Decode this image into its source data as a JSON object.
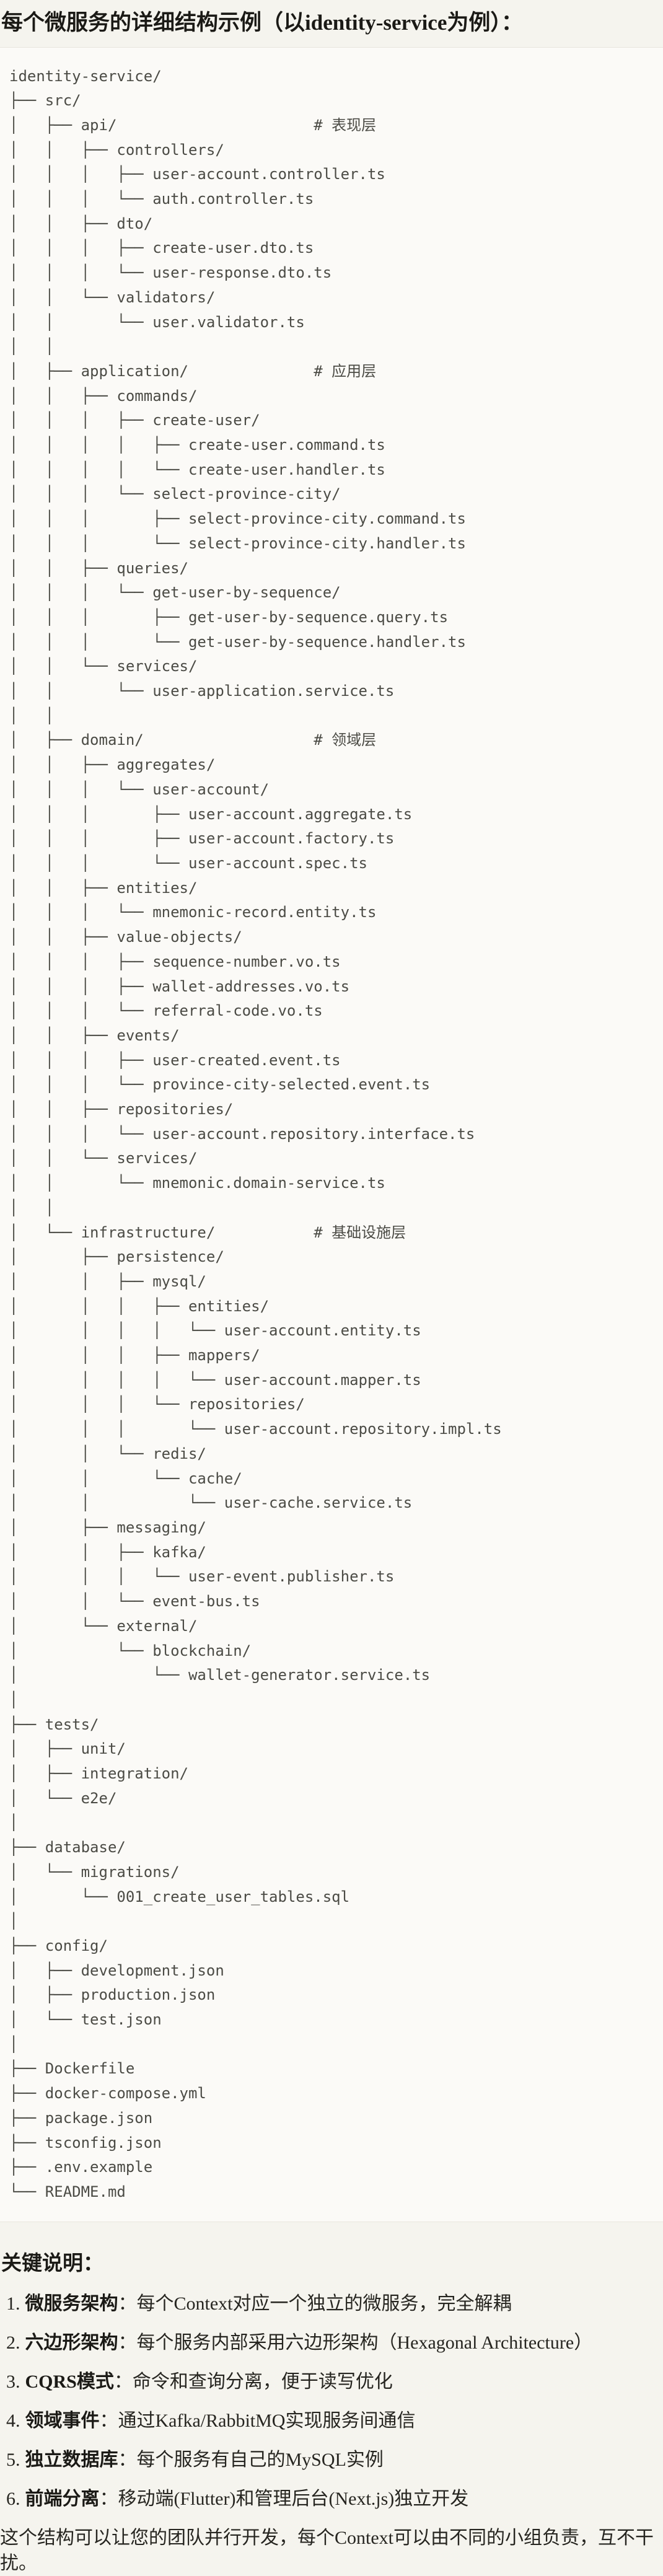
{
  "page": {
    "title": "每个微服务的详细结构示例（以identity-service为例）：",
    "notes_heading": "关键说明：",
    "footer": "这个结构可以让您的团队并行开发，每个Context可以由不同的小组负责，互不干扰。"
  },
  "colors": {
    "page_background": "#F5F4EE",
    "code_background": "#FBFAF7",
    "code_border": "#E9E6DE",
    "code_text": "#4B4B45",
    "heading_text": "#1B1A16"
  },
  "code_block": {
    "root": "identity-service/",
    "layer_comments": [
      "# 表现层",
      "# 应用层",
      "# 领域层",
      "# 基础设施层"
    ],
    "lines": [
      "identity-service/",
      "├── src/",
      "│   ├── api/                      # 表现层",
      "│   │   ├── controllers/",
      "│   │   │   ├── user-account.controller.ts",
      "│   │   │   └── auth.controller.ts",
      "│   │   ├── dto/",
      "│   │   │   ├── create-user.dto.ts",
      "│   │   │   └── user-response.dto.ts",
      "│   │   └── validators/",
      "│   │       └── user.validator.ts",
      "│   │",
      "│   ├── application/              # 应用层",
      "│   │   ├── commands/",
      "│   │   │   ├── create-user/",
      "│   │   │   │   ├── create-user.command.ts",
      "│   │   │   │   └── create-user.handler.ts",
      "│   │   │   └── select-province-city/",
      "│   │   │       ├── select-province-city.command.ts",
      "│   │   │       └── select-province-city.handler.ts",
      "│   │   ├── queries/",
      "│   │   │   └── get-user-by-sequence/",
      "│   │   │       ├── get-user-by-sequence.query.ts",
      "│   │   │       └── get-user-by-sequence.handler.ts",
      "│   │   └── services/",
      "│   │       └── user-application.service.ts",
      "│   │",
      "│   ├── domain/                   # 领域层",
      "│   │   ├── aggregates/",
      "│   │   │   └── user-account/",
      "│   │   │       ├── user-account.aggregate.ts",
      "│   │   │       ├── user-account.factory.ts",
      "│   │   │       └── user-account.spec.ts",
      "│   │   ├── entities/",
      "│   │   │   └── mnemonic-record.entity.ts",
      "│   │   ├── value-objects/",
      "│   │   │   ├── sequence-number.vo.ts",
      "│   │   │   ├── wallet-addresses.vo.ts",
      "│   │   │   └── referral-code.vo.ts",
      "│   │   ├── events/",
      "│   │   │   ├── user-created.event.ts",
      "│   │   │   └── province-city-selected.event.ts",
      "│   │   ├── repositories/",
      "│   │   │   └── user-account.repository.interface.ts",
      "│   │   └── services/",
      "│   │       └── mnemonic.domain-service.ts",
      "│   │",
      "│   └── infrastructure/           # 基础设施层",
      "│       ├── persistence/",
      "│       │   ├── mysql/",
      "│       │   │   ├── entities/",
      "│       │   │   │   └── user-account.entity.ts",
      "│       │   │   ├── mappers/",
      "│       │   │   │   └── user-account.mapper.ts",
      "│       │   │   └── repositories/",
      "│       │   │       └── user-account.repository.impl.ts",
      "│       │   └── redis/",
      "│       │       └── cache/",
      "│       │           └── user-cache.service.ts",
      "│       ├── messaging/",
      "│       │   ├── kafka/",
      "│       │   │   └── user-event.publisher.ts",
      "│       │   └── event-bus.ts",
      "│       └── external/",
      "│           └── blockchain/",
      "│               └── wallet-generator.service.ts",
      "│",
      "├── tests/",
      "│   ├── unit/",
      "│   ├── integration/",
      "│   └── e2e/",
      "│",
      "├── database/",
      "│   └── migrations/",
      "│       └── 001_create_user_tables.sql",
      "│",
      "├── config/",
      "│   ├── development.json",
      "│   ├── production.json",
      "│   └── test.json",
      "│",
      "├── Dockerfile",
      "├── docker-compose.yml",
      "├── package.json",
      "├── tsconfig.json",
      "├── .env.example",
      "└── README.md"
    ]
  },
  "notes": {
    "items": [
      {
        "num": "1.",
        "label": "微服务架构",
        "text": "：每个Context对应一个独立的微服务，完全解耦"
      },
      {
        "num": "2.",
        "label": "六边形架构",
        "text": "：每个服务内部采用六边形架构（Hexagonal Architecture）"
      },
      {
        "num": "3.",
        "label": "CQRS模式",
        "text": "：命令和查询分离，便于读写优化"
      },
      {
        "num": "4.",
        "label": "领域事件",
        "text": "：通过Kafka/RabbitMQ实现服务间通信"
      },
      {
        "num": "5.",
        "label": "独立数据库",
        "text": "：每个服务有自己的MySQL实例"
      },
      {
        "num": "6.",
        "label": "前端分离",
        "text": "：移动端(Flutter)和管理后台(Next.js)独立开发"
      }
    ]
  }
}
